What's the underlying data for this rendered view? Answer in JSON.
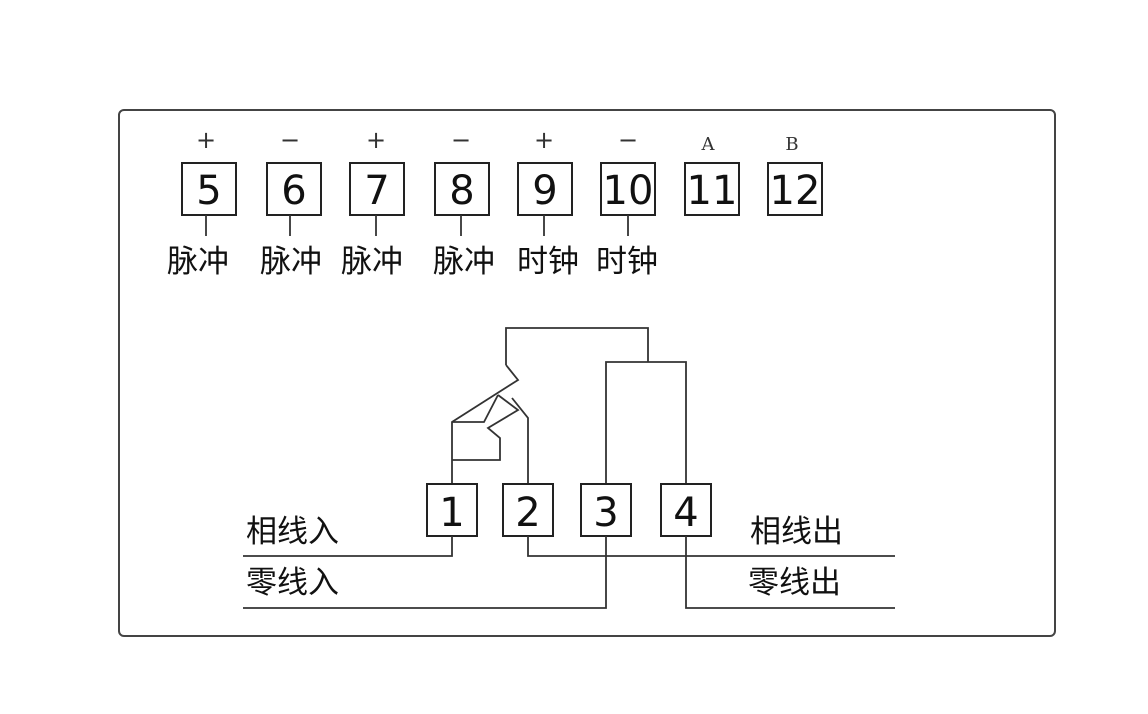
{
  "top_terminals": [
    {
      "number": "5",
      "polarity": "+",
      "label": "脉冲"
    },
    {
      "number": "6",
      "polarity": "−",
      "label": "脉冲"
    },
    {
      "number": "7",
      "polarity": "+",
      "label": "脉冲"
    },
    {
      "number": "8",
      "polarity": "−",
      "label": "脉冲"
    },
    {
      "number": "9",
      "polarity": "+",
      "label": "时钟"
    },
    {
      "number": "10",
      "polarity": "−",
      "label": "时钟"
    },
    {
      "number": "11",
      "polarity": "A",
      "label": ""
    },
    {
      "number": "12",
      "polarity": "B",
      "label": ""
    }
  ],
  "bottom_terminals": [
    {
      "number": "1"
    },
    {
      "number": "2"
    },
    {
      "number": "3"
    },
    {
      "number": "4"
    }
  ],
  "line_labels": {
    "phase_in": "相线入",
    "neutral_in": "零线入",
    "phase_out": "相线出",
    "neutral_out": "零线出"
  }
}
